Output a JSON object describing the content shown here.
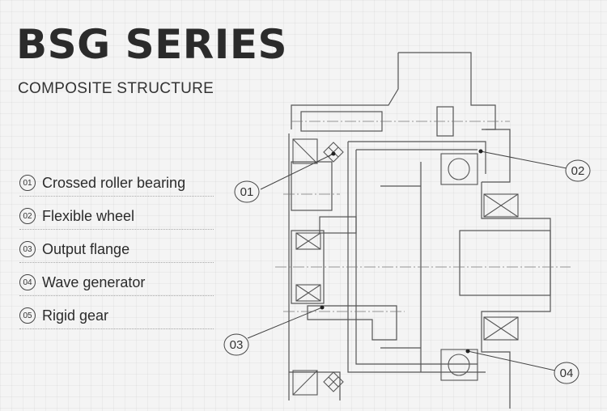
{
  "header": {
    "title": "BSG SERIES",
    "subtitle": "COMPOSITE STRUCTURE"
  },
  "legend": [
    {
      "num": "01",
      "label": "Crossed roller bearing"
    },
    {
      "num": "02",
      "label": "Flexible wheel"
    },
    {
      "num": "03",
      "label": "Output flange"
    },
    {
      "num": "04",
      "label": "Wave generator"
    },
    {
      "num": "05",
      "label": "Rigid gear"
    }
  ],
  "callouts": [
    "01",
    "02",
    "03",
    "04"
  ],
  "colors": {
    "line": "#555555",
    "text": "#2b2b2b",
    "background": "#f4f4f4"
  }
}
